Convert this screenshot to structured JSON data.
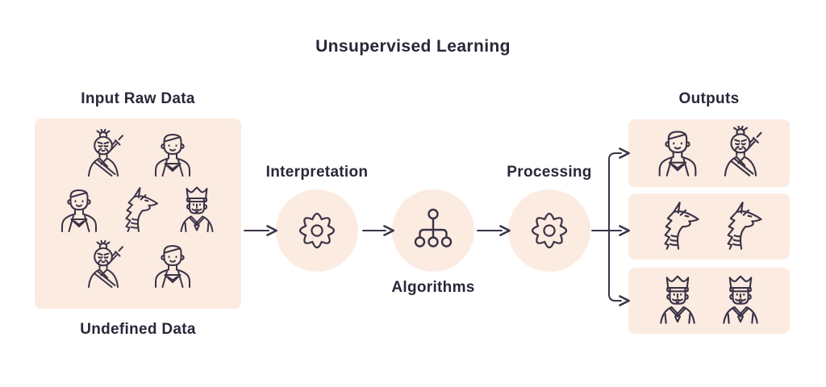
{
  "title": "Unsupervised Learning",
  "colors": {
    "panel": "#fcebe0",
    "stroke": "#3a3347",
    "text": "#2b2638",
    "background": "#ffffff"
  },
  "input": {
    "top_label": "Input Raw Data",
    "bottom_label": "Undefined Data",
    "rows": [
      [
        "samurai",
        "superhero"
      ],
      [
        "superhero",
        "dragon",
        "king"
      ],
      [
        "samurai",
        "superhero"
      ]
    ]
  },
  "stages": [
    {
      "label": "Interpretation",
      "icon": "gear"
    },
    {
      "label": "Algorithms",
      "icon": "hierarchy"
    },
    {
      "label": "Processing",
      "icon": "gear"
    }
  ],
  "outputs": {
    "label": "Outputs",
    "groups": [
      {
        "characters": [
          "superhero",
          "samurai"
        ]
      },
      {
        "characters": [
          "dragon",
          "dragon"
        ]
      },
      {
        "characters": [
          "king",
          "king"
        ]
      }
    ]
  }
}
